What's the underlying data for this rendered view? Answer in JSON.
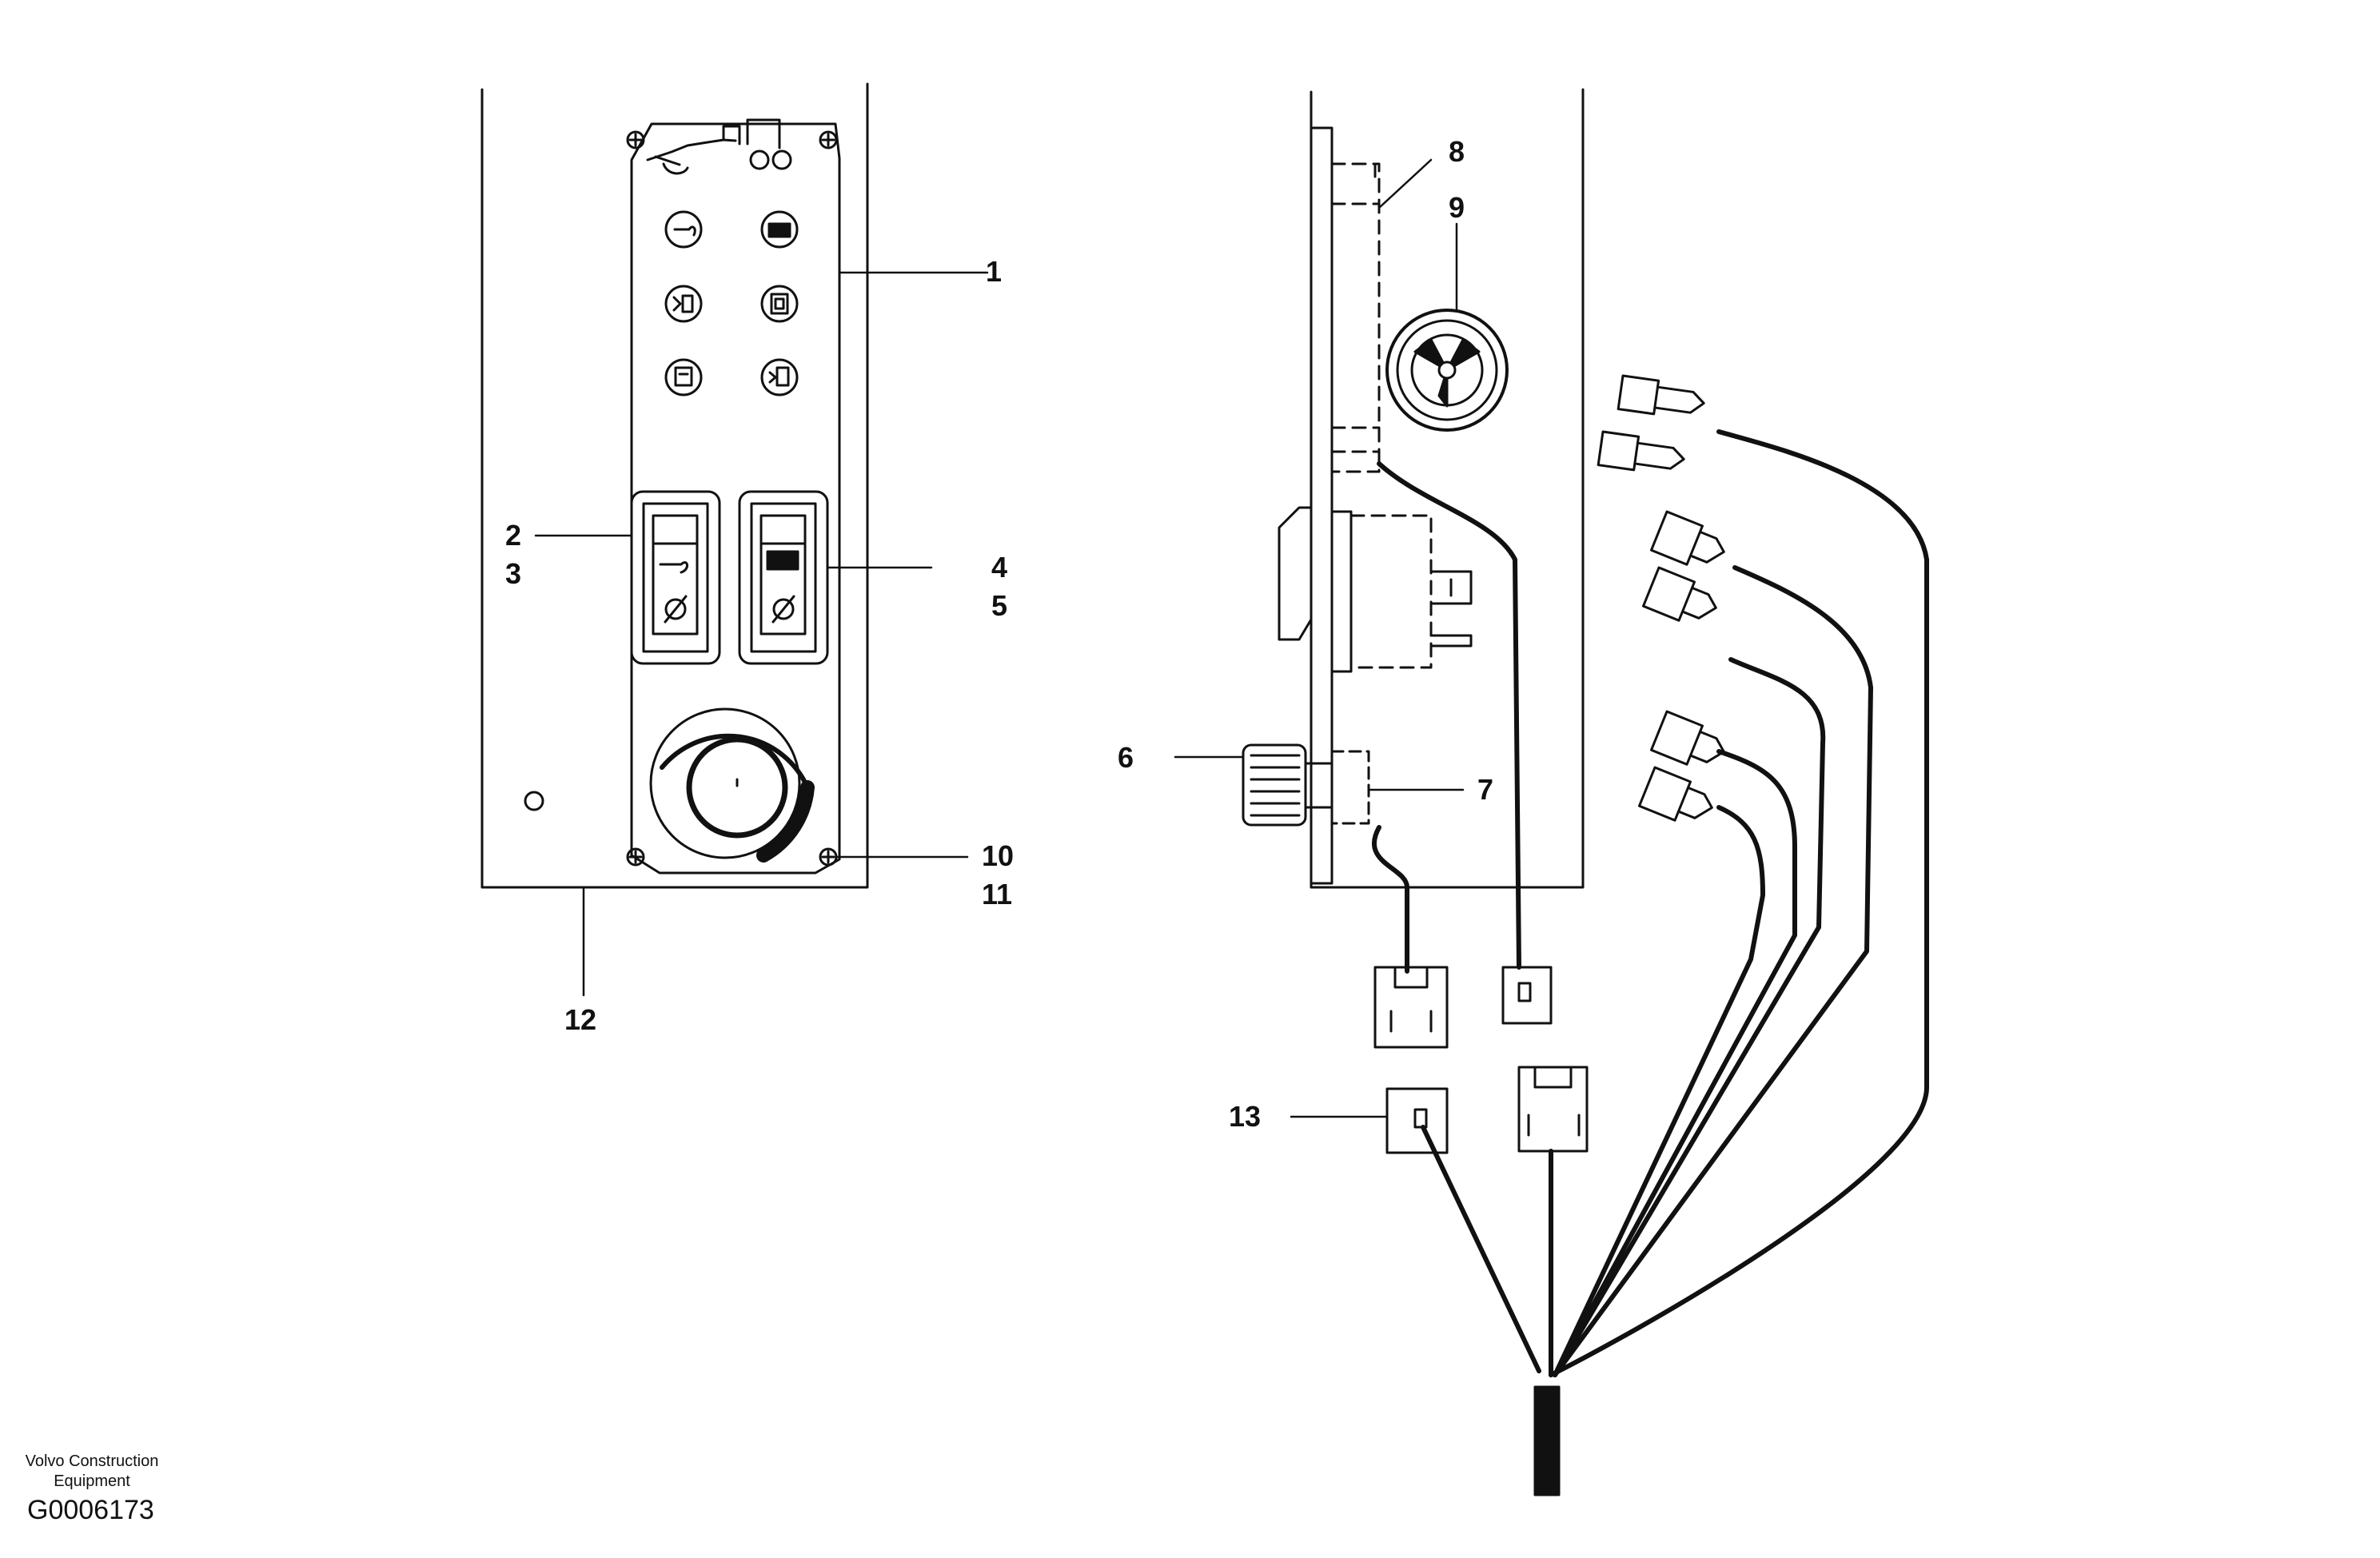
{
  "callouts": {
    "c1": "1",
    "c2": "2",
    "c3": "3",
    "c4": "4",
    "c5": "5",
    "c6": "6",
    "c7": "7",
    "c8": "8",
    "c9": "9",
    "c10": "10",
    "c11": "11",
    "c12": "12",
    "c13": "13"
  },
  "credit": {
    "line1": "Volvo Construction",
    "line2": "Equipment",
    "drawing_id": "G0006173"
  },
  "colors": {
    "ink": "#111111",
    "background": "#ffffff"
  }
}
